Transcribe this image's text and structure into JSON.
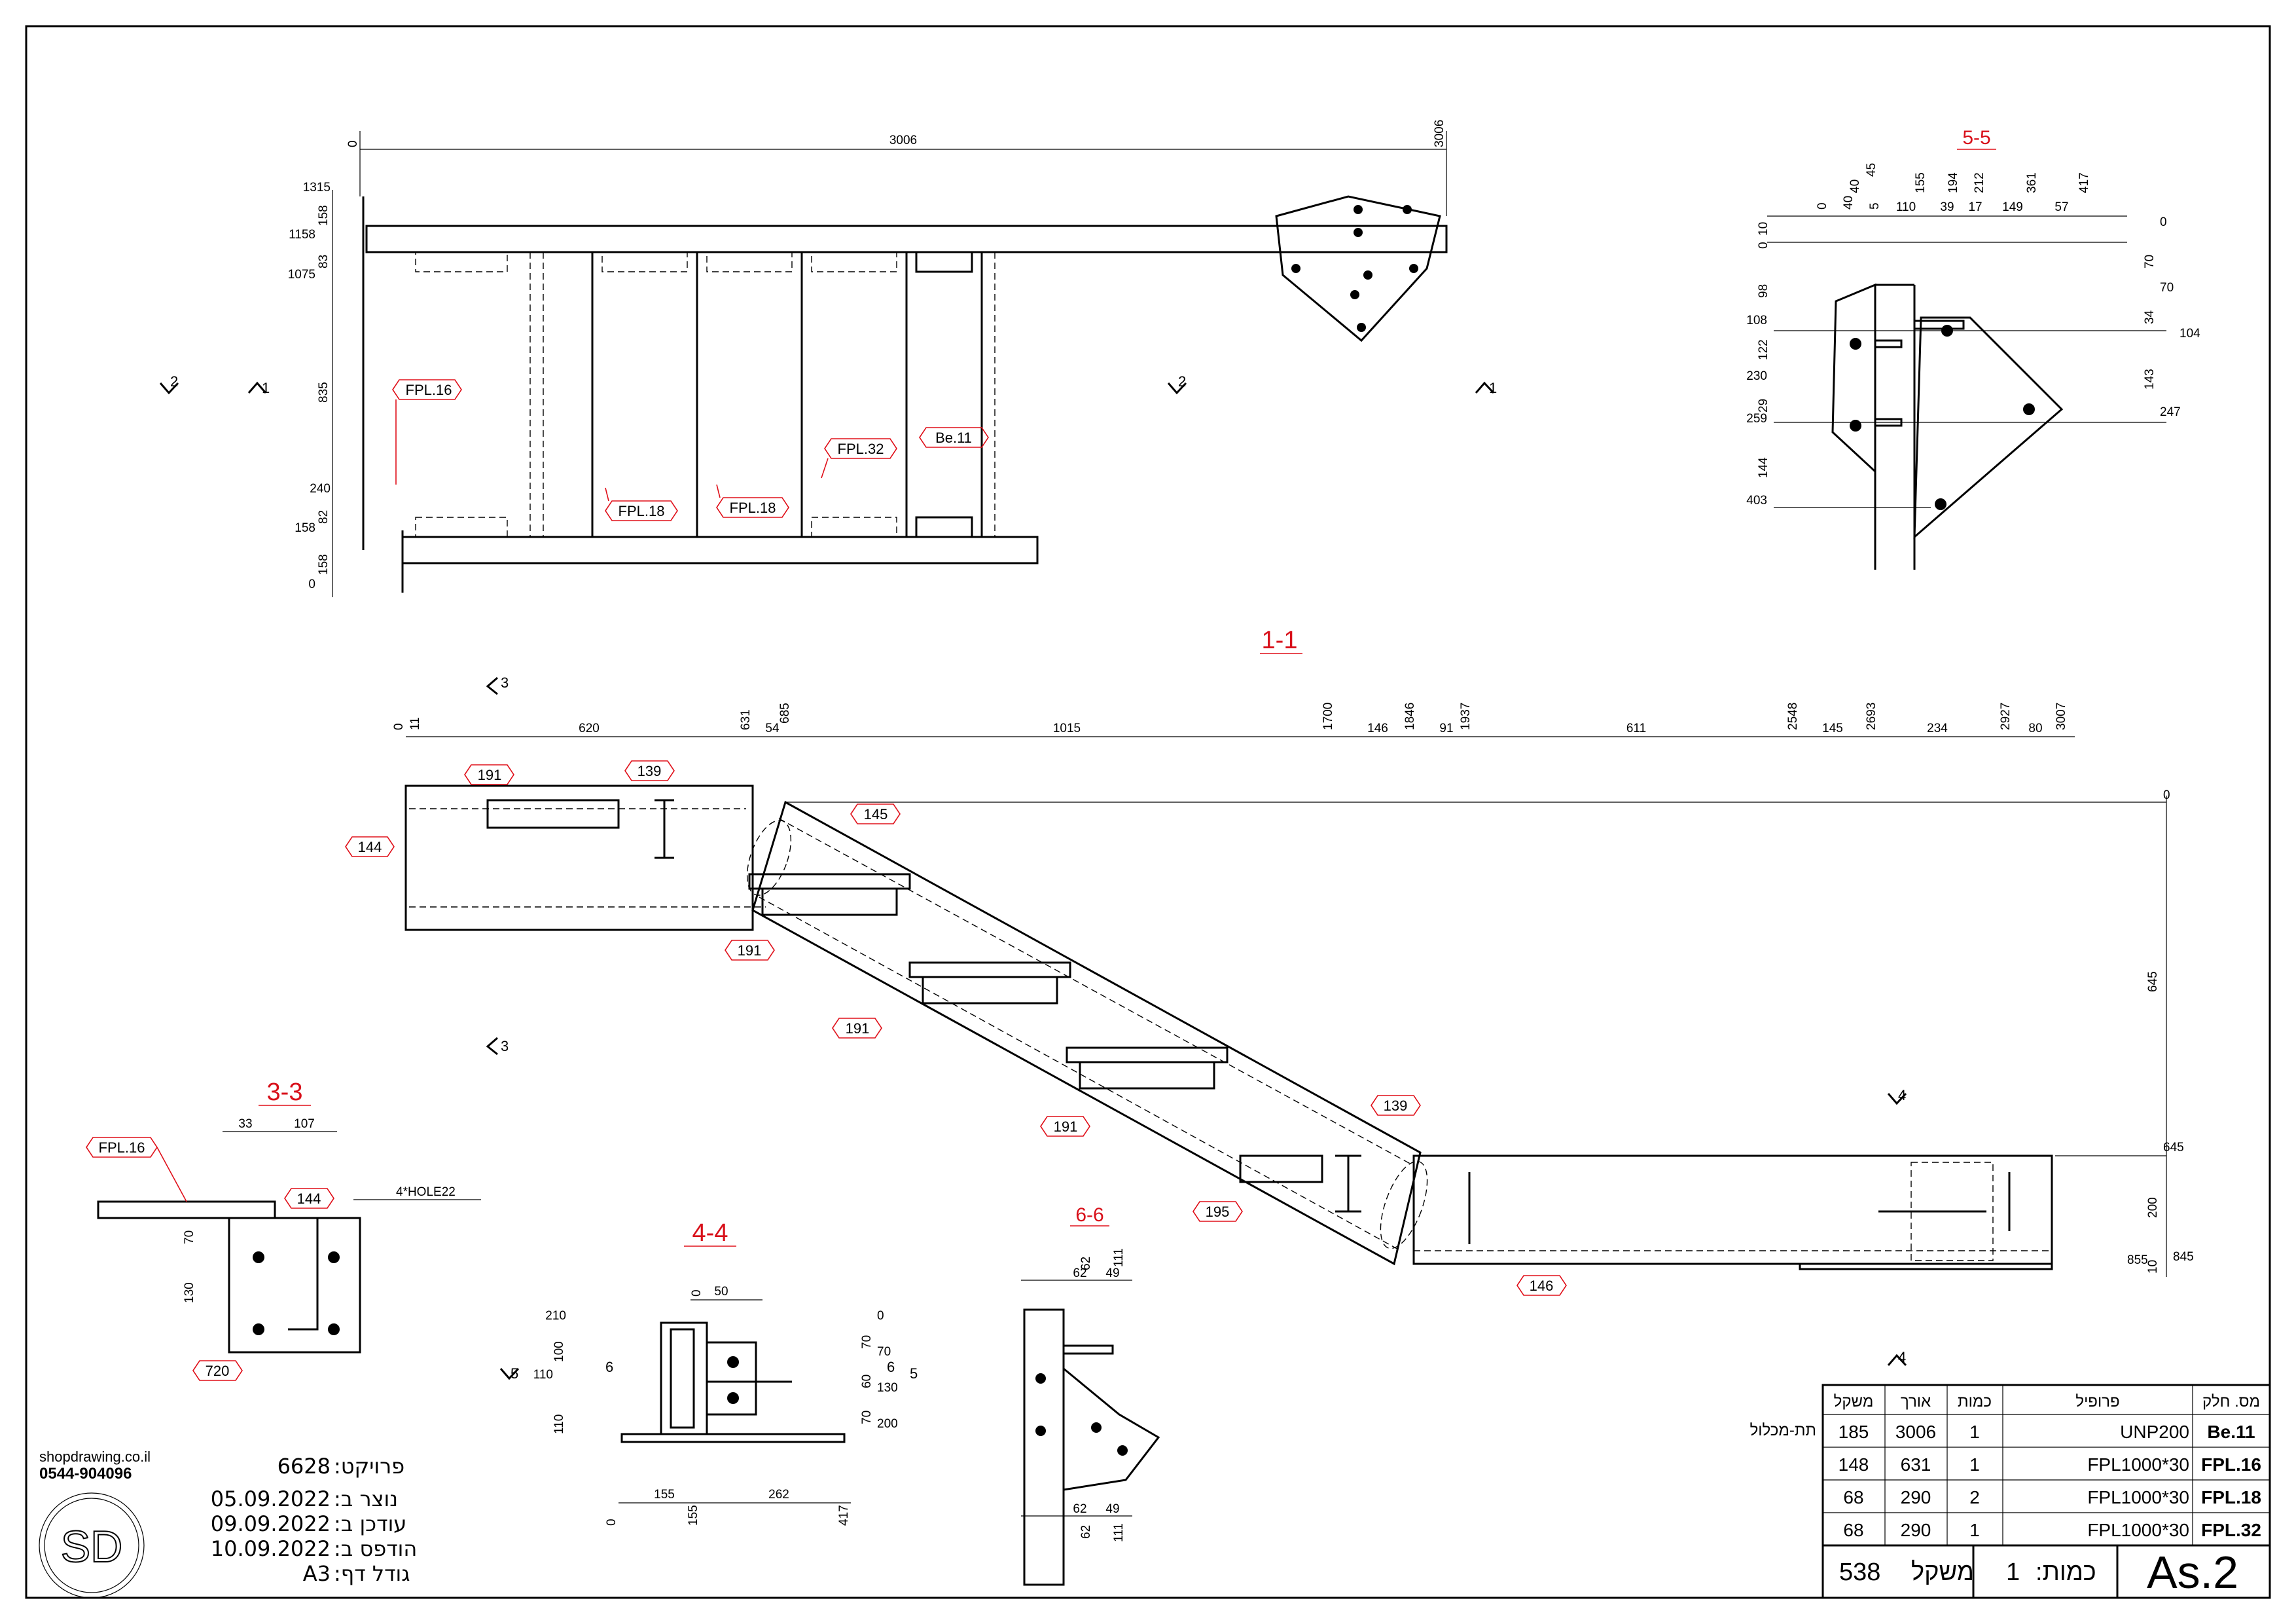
{
  "company": {
    "site": "shopdrawing.co.il",
    "phone": "0544-904096",
    "logo_text": "SD"
  },
  "project_info": [
    {
      "value": "6628",
      "label": ":פרויקט"
    },
    {
      "value": "05.09.2022",
      "label": ":נוצר ב"
    },
    {
      "value": "09.09.2022",
      "label": ":עודכן ב"
    },
    {
      "value": "10.09.2022",
      "label": ":הודפס ב"
    },
    {
      "value": "A3",
      "label": ":גודל דף"
    }
  ],
  "sections": {
    "s11": "1-1",
    "s33": "3-3",
    "s44": "4-4",
    "s55": "5-5",
    "s66": "6-6"
  },
  "markers": {
    "m1": "1",
    "m2": "2",
    "m3": "3",
    "m4": "4",
    "m5": "5",
    "m6": "6"
  },
  "plan_view": {
    "dim_top": "3006",
    "dim_top_zero": "0",
    "dim_top_end": "3006",
    "left_dims": [
      "1315",
      "158",
      "1158",
      "83",
      "1075",
      "835",
      "240",
      "82",
      "158",
      "158",
      "0"
    ],
    "tags": [
      "FPL.16",
      "FPL.18",
      "FPL.18",
      "FPL.32",
      "Be.11"
    ]
  },
  "elevation_1_1": {
    "top_dims": [
      "0",
      "11",
      "620",
      "631",
      "685",
      "54",
      "1015",
      "1700",
      "146",
      "1846",
      "91",
      "1937",
      "611",
      "2548",
      "145",
      "2693",
      "234",
      "2927",
      "80",
      "3007"
    ],
    "right_dims": [
      "0",
      "645",
      "645",
      "200",
      "855",
      "845",
      "10"
    ],
    "tags": [
      "191",
      "139",
      "144",
      "145",
      "191",
      "191",
      "191",
      "139",
      "195",
      "146"
    ]
  },
  "section_3_3": {
    "dims": [
      "33",
      "107",
      "70",
      "130"
    ],
    "tags": [
      "FPL.16",
      "144",
      "720"
    ],
    "note": "4*HOLE22"
  },
  "section_4_4": {
    "dims": [
      "0",
      "50",
      "210",
      "100",
      "110",
      "110",
      "0",
      "70",
      "70",
      "60",
      "130",
      "70",
      "200",
      "0",
      "155",
      "155",
      "262",
      "417"
    ]
  },
  "section_5_5": {
    "dims_top": [
      "0",
      "40",
      "40",
      "45",
      "5",
      "110",
      "155",
      "194",
      "39",
      "212",
      "17",
      "149",
      "361",
      "57",
      "417"
    ],
    "dims_left": [
      "0",
      "10",
      "98",
      "108",
      "122",
      "230",
      "29",
      "259",
      "144",
      "403"
    ],
    "dims_right": [
      "0",
      "70",
      "70",
      "34",
      "104",
      "143",
      "247"
    ]
  },
  "section_6_6": {
    "dims": [
      "62",
      "111",
      "62",
      "49",
      "62",
      "49",
      "62",
      "111"
    ]
  },
  "parts_table": {
    "headers": [
      "משקל",
      "אורך",
      "כמות",
      "פרופיל",
      "מס. חלק"
    ],
    "side_label": "תת-מכלול",
    "rows": [
      {
        "weight": "185",
        "length": "3006",
        "qty": "1",
        "profile": "UNP200",
        "part": "Be.11"
      },
      {
        "weight": "148",
        "length": "631",
        "qty": "1",
        "profile": "FPL1000*30",
        "part": "FPL.16"
      },
      {
        "weight": "68",
        "length": "290",
        "qty": "2",
        "profile": "FPL1000*30",
        "part": "FPL.18"
      },
      {
        "weight": "68",
        "length": "290",
        "qty": "1",
        "profile": "FPL1000*30",
        "part": "FPL.32"
      }
    ],
    "total_weight": "538",
    "weight_label": "משקל",
    "qty_value": "1",
    "qty_label": ":כמות",
    "drawing_no": "As.2"
  }
}
